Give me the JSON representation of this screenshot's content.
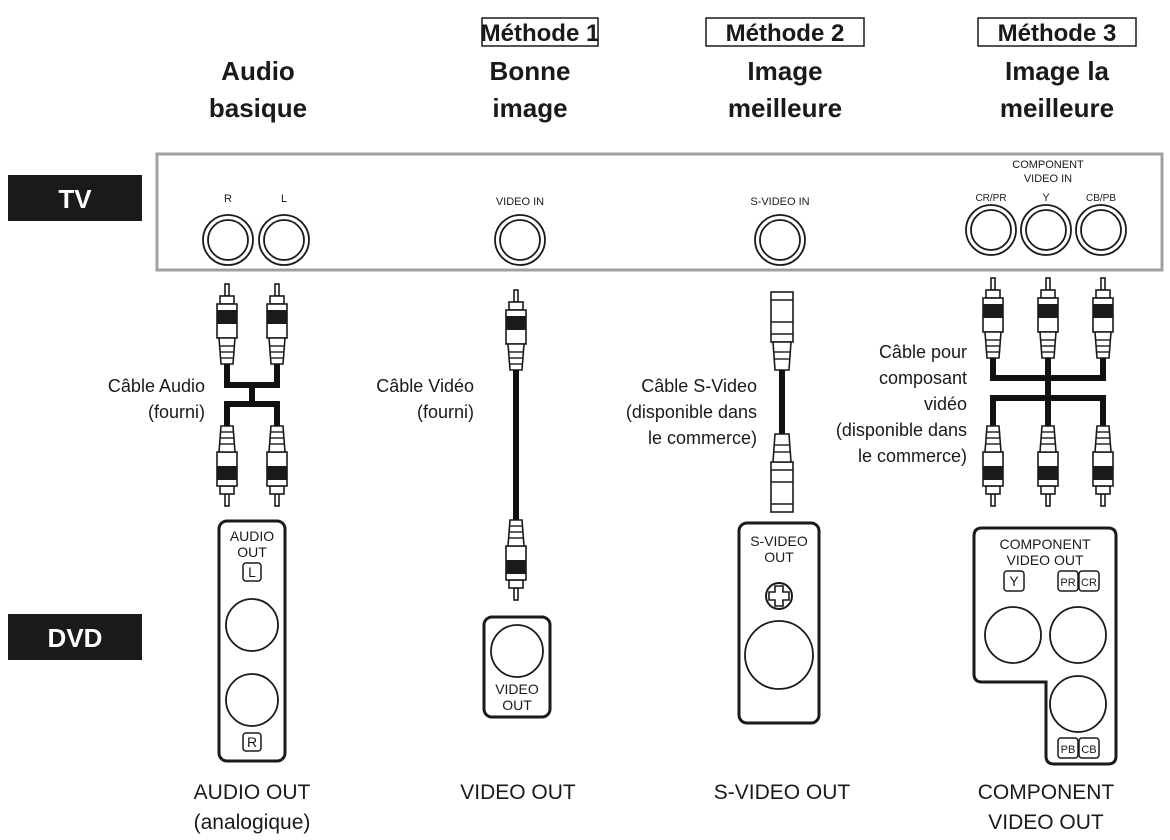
{
  "columns": [
    {
      "method": "",
      "heading_1": "Audio",
      "heading_2": "basique",
      "bottom_1": "AUDIO OUT",
      "bottom_2": "(analogique)"
    },
    {
      "method": "Méthode 1",
      "heading_1": "Bonne",
      "heading_2": "image",
      "bottom_1": "VIDEO OUT",
      "bottom_2": ""
    },
    {
      "method": "Méthode 2",
      "heading_1": "Image",
      "heading_2": "meilleure",
      "bottom_1": "S-VIDEO OUT",
      "bottom_2": ""
    },
    {
      "method": "Méthode 3",
      "heading_1": "Image la",
      "heading_2": "meilleure",
      "bottom_1": "COMPONENT",
      "bottom_2": "VIDEO OUT"
    }
  ],
  "tv": {
    "tag": "TV",
    "audio_r": "R",
    "audio_l": "L",
    "video_in": "VIDEO IN",
    "svideo_in": "S-VIDEO IN",
    "component_1": "COMPONENT",
    "component_2": "VIDEO IN",
    "cr_pr": "CR/PR",
    "y": "Y",
    "cb_pb": "CB/PB"
  },
  "dvd": {
    "tag": "DVD",
    "audio_out_1": "AUDIO",
    "audio_out_2": "OUT",
    "audio_l": "L",
    "audio_r": "R",
    "video_out_1": "VIDEO",
    "video_out_2": "OUT",
    "svideo_out_1": "S-VIDEO",
    "svideo_out_2": "OUT",
    "comp_out_1": "COMPONENT",
    "comp_out_2": "VIDEO OUT",
    "comp_y": "Y",
    "comp_pr": "PR",
    "comp_cr": "CR",
    "comp_pb": "PB",
    "comp_cb": "CB"
  },
  "cables": {
    "audio": [
      "Câble Audio",
      "(fourni)"
    ],
    "video": [
      "Câble Vidéo",
      "(fourni)"
    ],
    "svideo": [
      "Câble S-Video",
      "(disponible dans",
      "le commerce)"
    ],
    "component": [
      "Câble pour",
      "composant",
      "vidéo",
      "(disponible dans",
      "le commerce)"
    ]
  },
  "colors": {
    "ink": "#1a1a1a",
    "tv_border": "#a0a0a0",
    "tag_bg": "#1a1a1a",
    "tag_text": "#ffffff"
  }
}
